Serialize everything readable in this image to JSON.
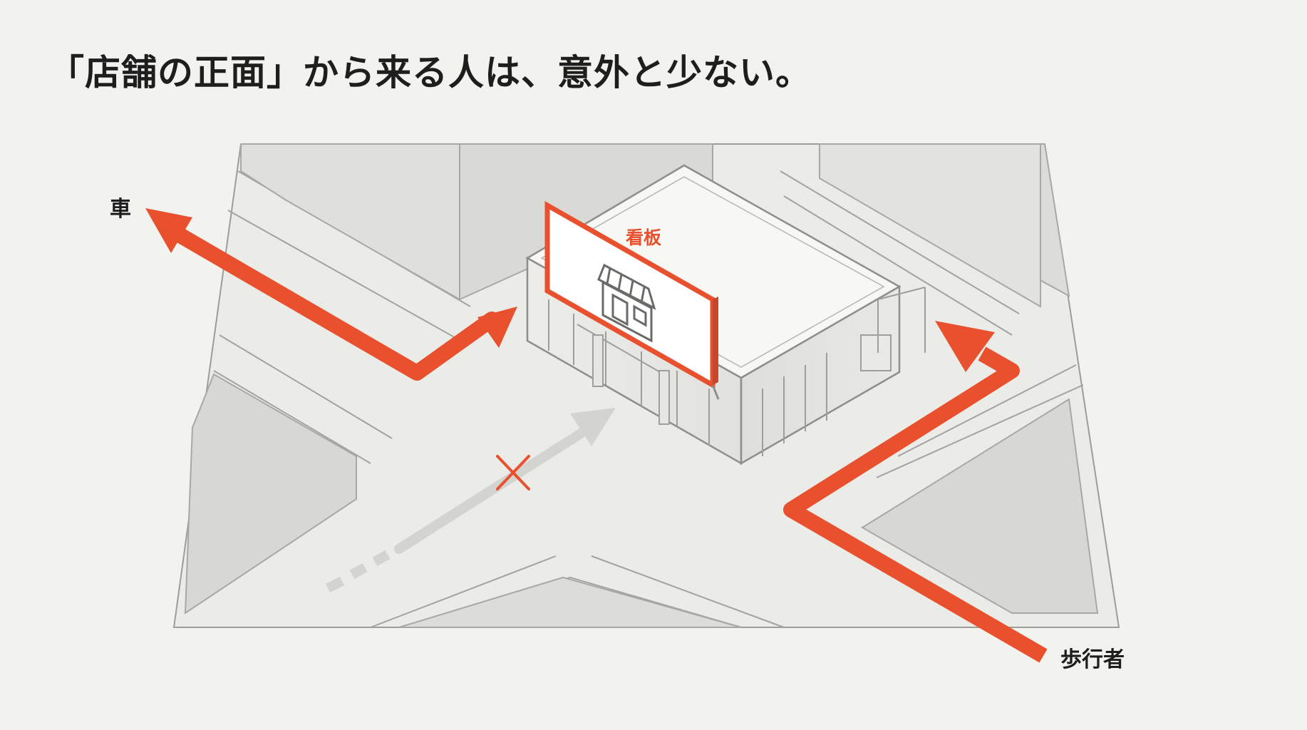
{
  "title": "「店舗の正面」から来る人は、意外と少ない。",
  "labels": {
    "car": "車",
    "pedestrian": "歩行者",
    "signboard": "看板"
  },
  "icons": {
    "signboard": "storefront-icon",
    "blocked": "cross-mark-icon"
  },
  "colors": {
    "background": "#f2f2ee",
    "accent": "#e8502e",
    "muted_arrow": "#d3d3cf",
    "line": "#8e8e8a",
    "text": "#1e1e1e"
  }
}
